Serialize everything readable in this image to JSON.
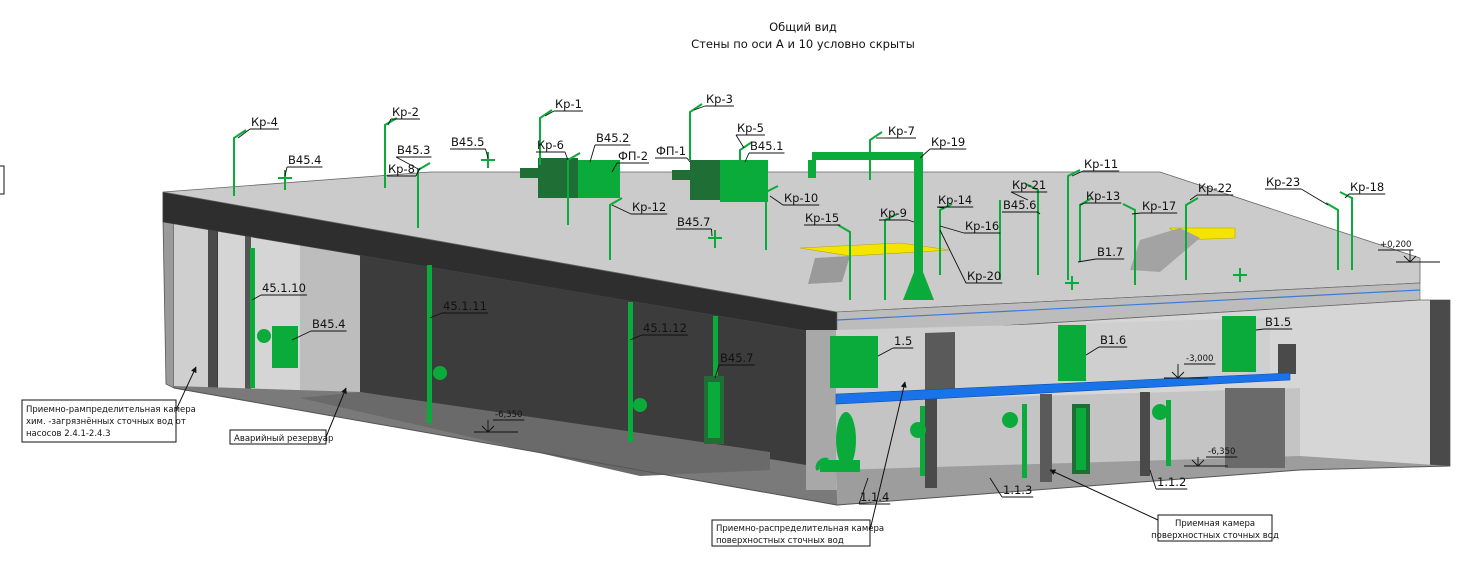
{
  "title": {
    "line1": "Общий вид",
    "line2": "Стены по оси А и 10 условно скрыты"
  },
  "colors": {
    "equipment": "#0bab3b",
    "walkway": "#f5e400",
    "platform": "#1a73e8",
    "roof": "#c9c9c9",
    "dark_wall": "#3b3b3b",
    "light_wall": "#d9d9d9",
    "edge": "#5a5a5a"
  },
  "callouts": [
    {
      "id": "kp4",
      "text": "Кр-4"
    },
    {
      "id": "b454top",
      "text": "В45.4"
    },
    {
      "id": "kp2",
      "text": "Кр-2"
    },
    {
      "id": "b453",
      "text": "В45.3"
    },
    {
      "id": "kp8",
      "text": "Кр-8"
    },
    {
      "id": "b455",
      "text": "В45.5"
    },
    {
      "id": "kp1",
      "text": "Кр-1"
    },
    {
      "id": "kp6",
      "text": "Кр-6"
    },
    {
      "id": "b452",
      "text": "В45.2"
    },
    {
      "id": "fp2",
      "text": "ФП-2"
    },
    {
      "id": "kp3",
      "text": "Кр-3"
    },
    {
      "id": "fp1",
      "text": "ФП-1"
    },
    {
      "id": "kp5",
      "text": "Кр-5"
    },
    {
      "id": "b451",
      "text": "В45.1"
    },
    {
      "id": "kp12",
      "text": "Кр-12"
    },
    {
      "id": "kp10",
      "text": "Кр-10"
    },
    {
      "id": "b457top",
      "text": "В45.7"
    },
    {
      "id": "kp7",
      "text": "Кр-7"
    },
    {
      "id": "kp19",
      "text": "Кр-19"
    },
    {
      "id": "kp15",
      "text": "Кр-15"
    },
    {
      "id": "kp9",
      "text": "Кр-9"
    },
    {
      "id": "kp14",
      "text": "Кр-14"
    },
    {
      "id": "kp16",
      "text": "Кр-16"
    },
    {
      "id": "kp20",
      "text": "Кр-20"
    },
    {
      "id": "kp21",
      "text": "Кр-21"
    },
    {
      "id": "b456",
      "text": "В45.6"
    },
    {
      "id": "kp11",
      "text": "Кр-11"
    },
    {
      "id": "kp13",
      "text": "Кр-13"
    },
    {
      "id": "kp17",
      "text": "Кр-17"
    },
    {
      "id": "kp22",
      "text": "Кр-22"
    },
    {
      "id": "kp23",
      "text": "Кр-23"
    },
    {
      "id": "kp18",
      "text": "Кр-18"
    },
    {
      "id": "b17",
      "text": "В1.7"
    },
    {
      "id": "p4510",
      "text": "45.1.10"
    },
    {
      "id": "b454",
      "text": "В45.4"
    },
    {
      "id": "p4511",
      "text": "45.1.11"
    },
    {
      "id": "p4512",
      "text": "45.1.12"
    },
    {
      "id": "b457",
      "text": "В45.7"
    },
    {
      "id": "r15",
      "text": "1.5"
    },
    {
      "id": "b16",
      "text": "В1.6"
    },
    {
      "id": "b15",
      "text": "В1.5"
    },
    {
      "id": "r114",
      "text": "1.1.4"
    },
    {
      "id": "r113",
      "text": "1.1.3"
    },
    {
      "id": "r112",
      "text": "1.1.2"
    }
  ],
  "levels": [
    {
      "id": "lvl0200",
      "text": "+0,200"
    },
    {
      "id": "lvl3000",
      "text": "-3,000"
    },
    {
      "id": "lvl6350a",
      "text": "-6,350"
    },
    {
      "id": "lvl6350b",
      "text": "-6,350"
    }
  ],
  "notes": {
    "chem_line1": "Приемно-рампределительная камера",
    "chem_line2": "хим. -загрязнённых сточных вод от",
    "chem_line3": "насосов 2.4.1-2.4.3",
    "emergency": "Аварийный резервуар",
    "surface_line1": "Приемно-распределительная камера",
    "surface_line2": "поверхностных сточных вод",
    "receiving_line1": "Приемная камера",
    "receiving_line2": "поверхностных сточных вод"
  }
}
